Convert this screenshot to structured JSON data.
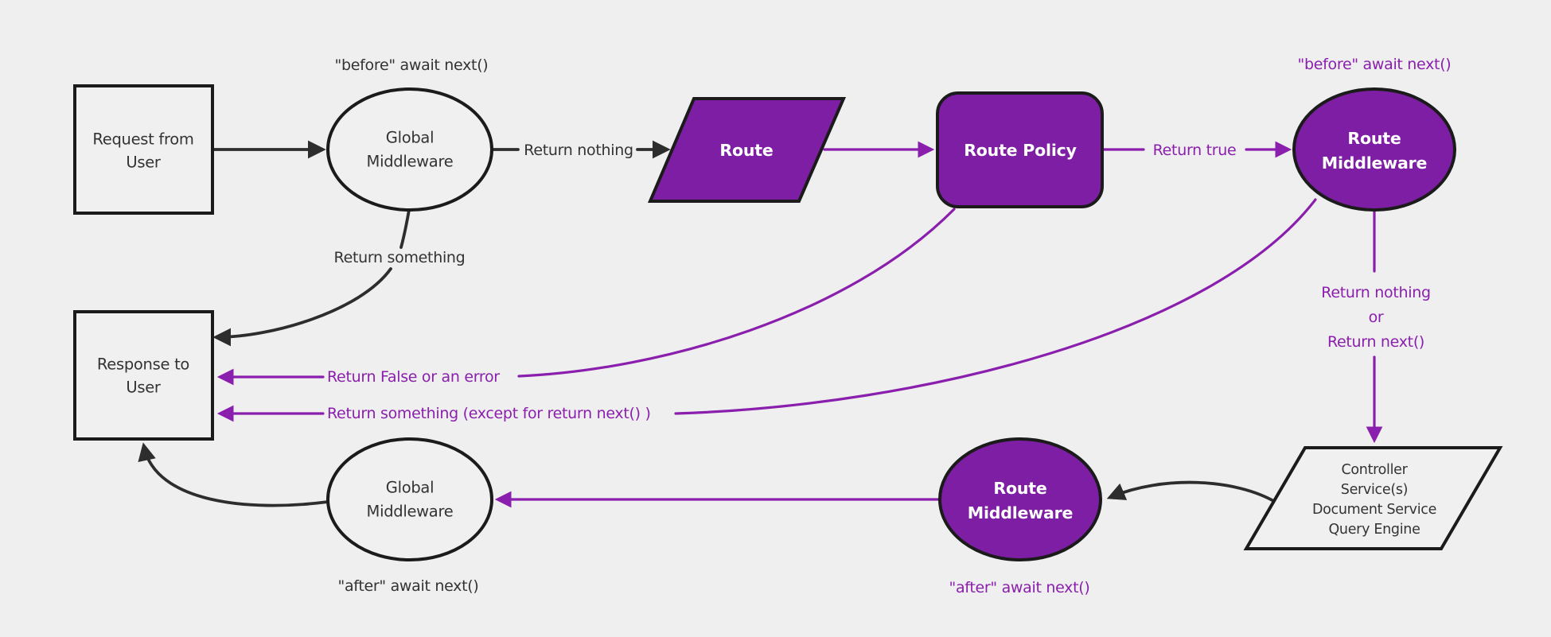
{
  "colors": {
    "background": "#efefef",
    "node_purple": "#7e1ea4",
    "node_light_fill": "#f0f0f0",
    "node_border": "#1b1b1b",
    "edge_dark": "#2d2d2d",
    "edge_purple": "#8a1fad",
    "text_dark": "#333333",
    "text_purple": "#8a1fad",
    "text_on_purple": "#ffffff"
  },
  "nodes": {
    "request": {
      "shape": "rectangle",
      "lines": [
        "Request from",
        "User"
      ]
    },
    "global_middleware_top": {
      "shape": "ellipse",
      "lines": [
        "Global",
        "Middleware"
      ]
    },
    "route": {
      "shape": "parallelogram",
      "lines": [
        "Route"
      ]
    },
    "route_policy": {
      "shape": "rounded-rectangle",
      "lines": [
        "Route Policy"
      ]
    },
    "route_middleware_top": {
      "shape": "ellipse",
      "lines": [
        "Route",
        "Middleware"
      ]
    },
    "controller_stack": {
      "shape": "parallelogram",
      "lines": [
        "Controller",
        "Service(s)",
        "Document Service",
        "Query Engine"
      ]
    },
    "route_middleware_bottom": {
      "shape": "ellipse",
      "lines": [
        "Route",
        "Middleware"
      ]
    },
    "global_middleware_bottom": {
      "shape": "ellipse",
      "lines": [
        "Global",
        "Middleware"
      ]
    },
    "response": {
      "shape": "rectangle",
      "lines": [
        "Response to",
        "User"
      ]
    }
  },
  "annotations": {
    "before_await_global": "\"before\" await next()",
    "before_await_route": "\"before\" await next()",
    "after_await_route": "\"after\" await next()",
    "after_await_global": "\"after\" await next()"
  },
  "edge_labels": {
    "return_nothing": "Return nothing",
    "return_something": "Return something",
    "return_true": "Return true",
    "return_nothing_or": [
      "Return nothing",
      "or",
      "Return next()"
    ],
    "return_false_or_error": "Return False or an error",
    "return_something_except": "Return something (except for return next() )"
  }
}
